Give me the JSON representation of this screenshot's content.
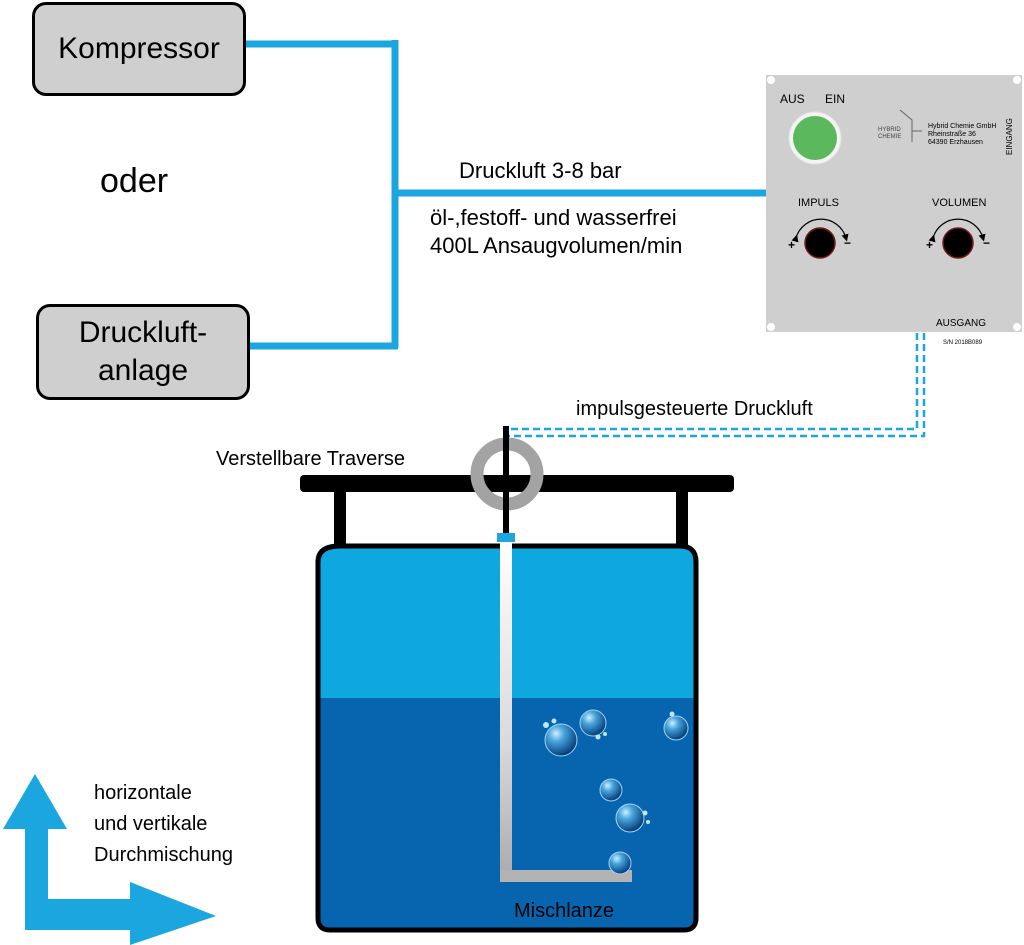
{
  "sources": {
    "compressor_label": "Kompressor",
    "or_label": "oder",
    "compressed_air_plant_line1": "Druckluft-",
    "compressed_air_plant_line2": "anlage"
  },
  "supply": {
    "pressure_label": "Druckluft 3-8 bar",
    "quality_label": "öl-,festoff- und wasserfrei",
    "volume_label": "400L Ansaugvolumen/min"
  },
  "control_unit": {
    "off_label": "AUS",
    "on_label": "EIN",
    "input_label": "EINGANG",
    "output_label": "AUSGANG",
    "impulse_label": "IMPULS",
    "volume_label": "VOLUMEN",
    "plus": "+",
    "minus": "−",
    "logo_top": "HYBRID",
    "logo_bottom": "CHEMIE",
    "company_name": "Hybrid Chemie GmbH",
    "company_street": "Rheinstraße 36",
    "company_city": "64390 Erzhausen",
    "serial": "S/N 2018B089"
  },
  "line_labels": {
    "pulsed_air": "impulsgesteuerte Druckluft",
    "traverse": "Verstellbare Traverse",
    "lance": "Mischlanze"
  },
  "mixing": {
    "line1": "horizontale",
    "line2": "und vertikale",
    "line3": "Durchmischung"
  },
  "colors": {
    "pipe_blue": "#1ca6e0",
    "tank_upper": "#0ea7df",
    "tank_lower": "#0765b0",
    "button_green": "#5cb85c",
    "panel_gray": "#cfcfcf",
    "box_gray": "#cfcfcf"
  }
}
